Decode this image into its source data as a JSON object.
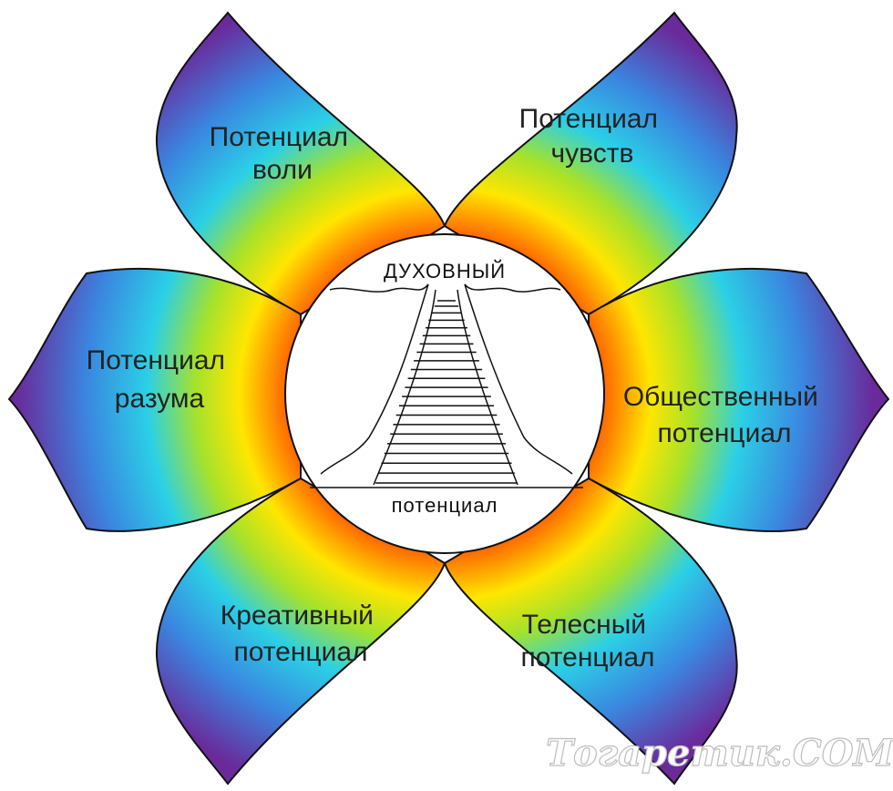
{
  "petals": [
    {
      "id": "will",
      "lines": [
        "Потенциал",
        "воли"
      ]
    },
    {
      "id": "feelings",
      "lines": [
        "Потенциал",
        "чувств"
      ]
    },
    {
      "id": "mind",
      "lines": [
        "Потенциал",
        "разума"
      ]
    },
    {
      "id": "social",
      "lines": [
        "Общественный",
        "потенциал"
      ]
    },
    {
      "id": "creative",
      "lines": [
        "Креативный",
        "потенциал"
      ]
    },
    {
      "id": "bodily",
      "lines": [
        "Телесный",
        "потенциал"
      ]
    }
  ],
  "center": {
    "top_label": "ДУХОВНЫЙ",
    "bottom_label": "потенциал",
    "illustration": "staircase-in-chasm"
  },
  "watermark": "Тогаретик.COM",
  "colors": {
    "ring": [
      "#ff2200",
      "#ff7a00",
      "#ffe600",
      "#a6e22a",
      "#2bd0e6",
      "#3a86e0",
      "#6a2a9a"
    ],
    "outline": "#111111",
    "center_fill": "#ffffff"
  }
}
